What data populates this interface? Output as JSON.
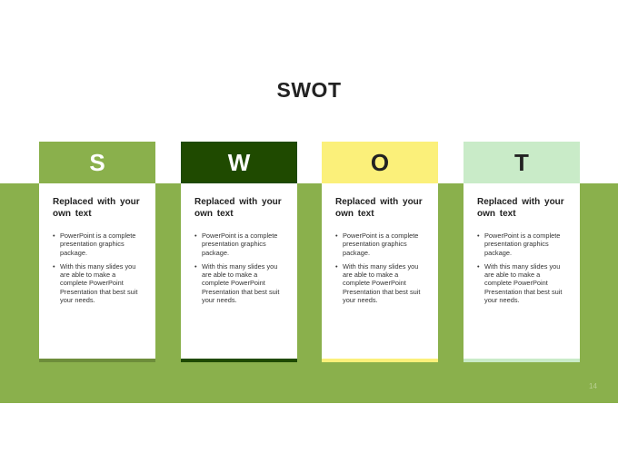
{
  "title": "SWOT",
  "cards": [
    {
      "letter": "S",
      "heading_line1": "Replaced with your",
      "heading_line2": "own text",
      "bullet1": "PowerPoint is a complete presentation graphics package.",
      "bullet2": "With this many slides you are able to make a complete PowerPoint Presentation that best suit your needs.",
      "head_color": "#8ab04c",
      "letter_color": "#ffffff",
      "foot_color": "#6d8d3a"
    },
    {
      "letter": "W",
      "heading_line1": "Replaced with your",
      "heading_line2": "own text",
      "bullet1": "PowerPoint is a complete presentation graphics package.",
      "bullet2": "With this many slides you are able to make a complete PowerPoint Presentation that best suit your needs.",
      "head_color": "#1f4a00",
      "letter_color": "#ffffff",
      "foot_color": "#1f4a00"
    },
    {
      "letter": "O",
      "heading_line1": "Replaced with your",
      "heading_line2": "own text",
      "bullet1": "PowerPoint is a complete presentation graphics package.",
      "bullet2": "With this many slides you are able to make a complete PowerPoint Presentation that best suit your needs.",
      "head_color": "#fbf07a",
      "letter_color": "#222222",
      "foot_color": "#fbf07a"
    },
    {
      "letter": "T",
      "heading_line1": "Replaced with your",
      "heading_line2": "own text",
      "bullet1": "PowerPoint is a complete presentation graphics package.",
      "bullet2": "With this many slides you are able to make a complete PowerPoint Presentation that best suit your needs.",
      "head_color": "#c9ebc8",
      "letter_color": "#222222",
      "foot_color": "#c9ebc8"
    }
  ],
  "page_number": "14",
  "colors": {
    "band": "#8ab04c",
    "background": "#ffffff"
  }
}
